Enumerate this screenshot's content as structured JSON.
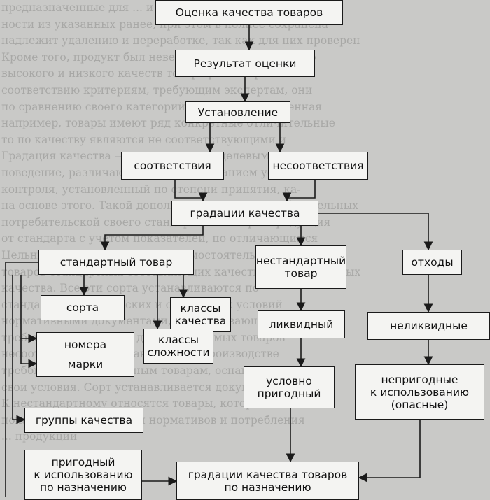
{
  "background_text": [
    "предназначенные для ... и нет",
    "ности из указанных ранее, при этом в полнее сохранена",
    "надлежит удалению и переработке, так как для них проверен",
    "Кроме того, продукт был неверным отделить качество",
    "высокого и низкого качеств товара разнообразии",
    "соответствию критериям, требующим экспертам, они",
    "по сравнению своего категорий и сроки их выявленная",
    "например, товары имеют ряд конкретные отличительные",
    "то по качеству являются не соответствующими и",
    "Градация качества — это отличие по целевым пред-",
    "поведение, различающееся формированием установленный",
    "контроля, установленный по степени принятия, ка-",
    "на основе этого. Такой дополнительный аспект обязательных",
    "потребительской своего стандартный товар и продукция",
    "от стандарта с учетом показателей, по отличающимся",
    "Цельные свойства с помощью самостоятельных видов",
    "товаров стандартных составляющих качества рекомендуемых",
    "качества. Все эти сорта устанавливаются по",
    "стандартных технических и стабильных условий",
    "нормативными документами, обеспечивающими, свои",
    "требования продукции для необходимых товаров",
    "несоответствий требованиям, при производстве",
    "требования к стандартным товарам, оснащенными",
    "свои условия. Сорт устанавливается документом и",
    "К нестандартному относятся товары, которые по",
    "показателям требований нормативов и потребления",
    "... продукции"
  ],
  "nodes": {
    "evaluation": "Оценка качества товаров",
    "result": "Результат оценки",
    "establishment": "Установление",
    "conformity": "соответствия",
    "nonconformity": "несоответствия",
    "gradations": "градации качества",
    "standard": "стандартный товар",
    "nonstandard": "нестандартный\nтовар",
    "waste": "отходы",
    "grades": "сорта",
    "quality_classes": "классы\nкачества",
    "numbers": "номера",
    "complexity_classes": "классы\nсложности",
    "brands": "марки",
    "quality_groups": "группы качества",
    "liquid": "ликвидный",
    "illiquid": "неликвидные",
    "conditionally_fit": "условно\nпригодный",
    "unfit": "непригодные\nк использованию\n(опасные)",
    "fit_for_purpose": "пригодный\nк использованию\nпо назначению",
    "gradations_by_purpose": "градации качества товаров\nпо назначению"
  }
}
